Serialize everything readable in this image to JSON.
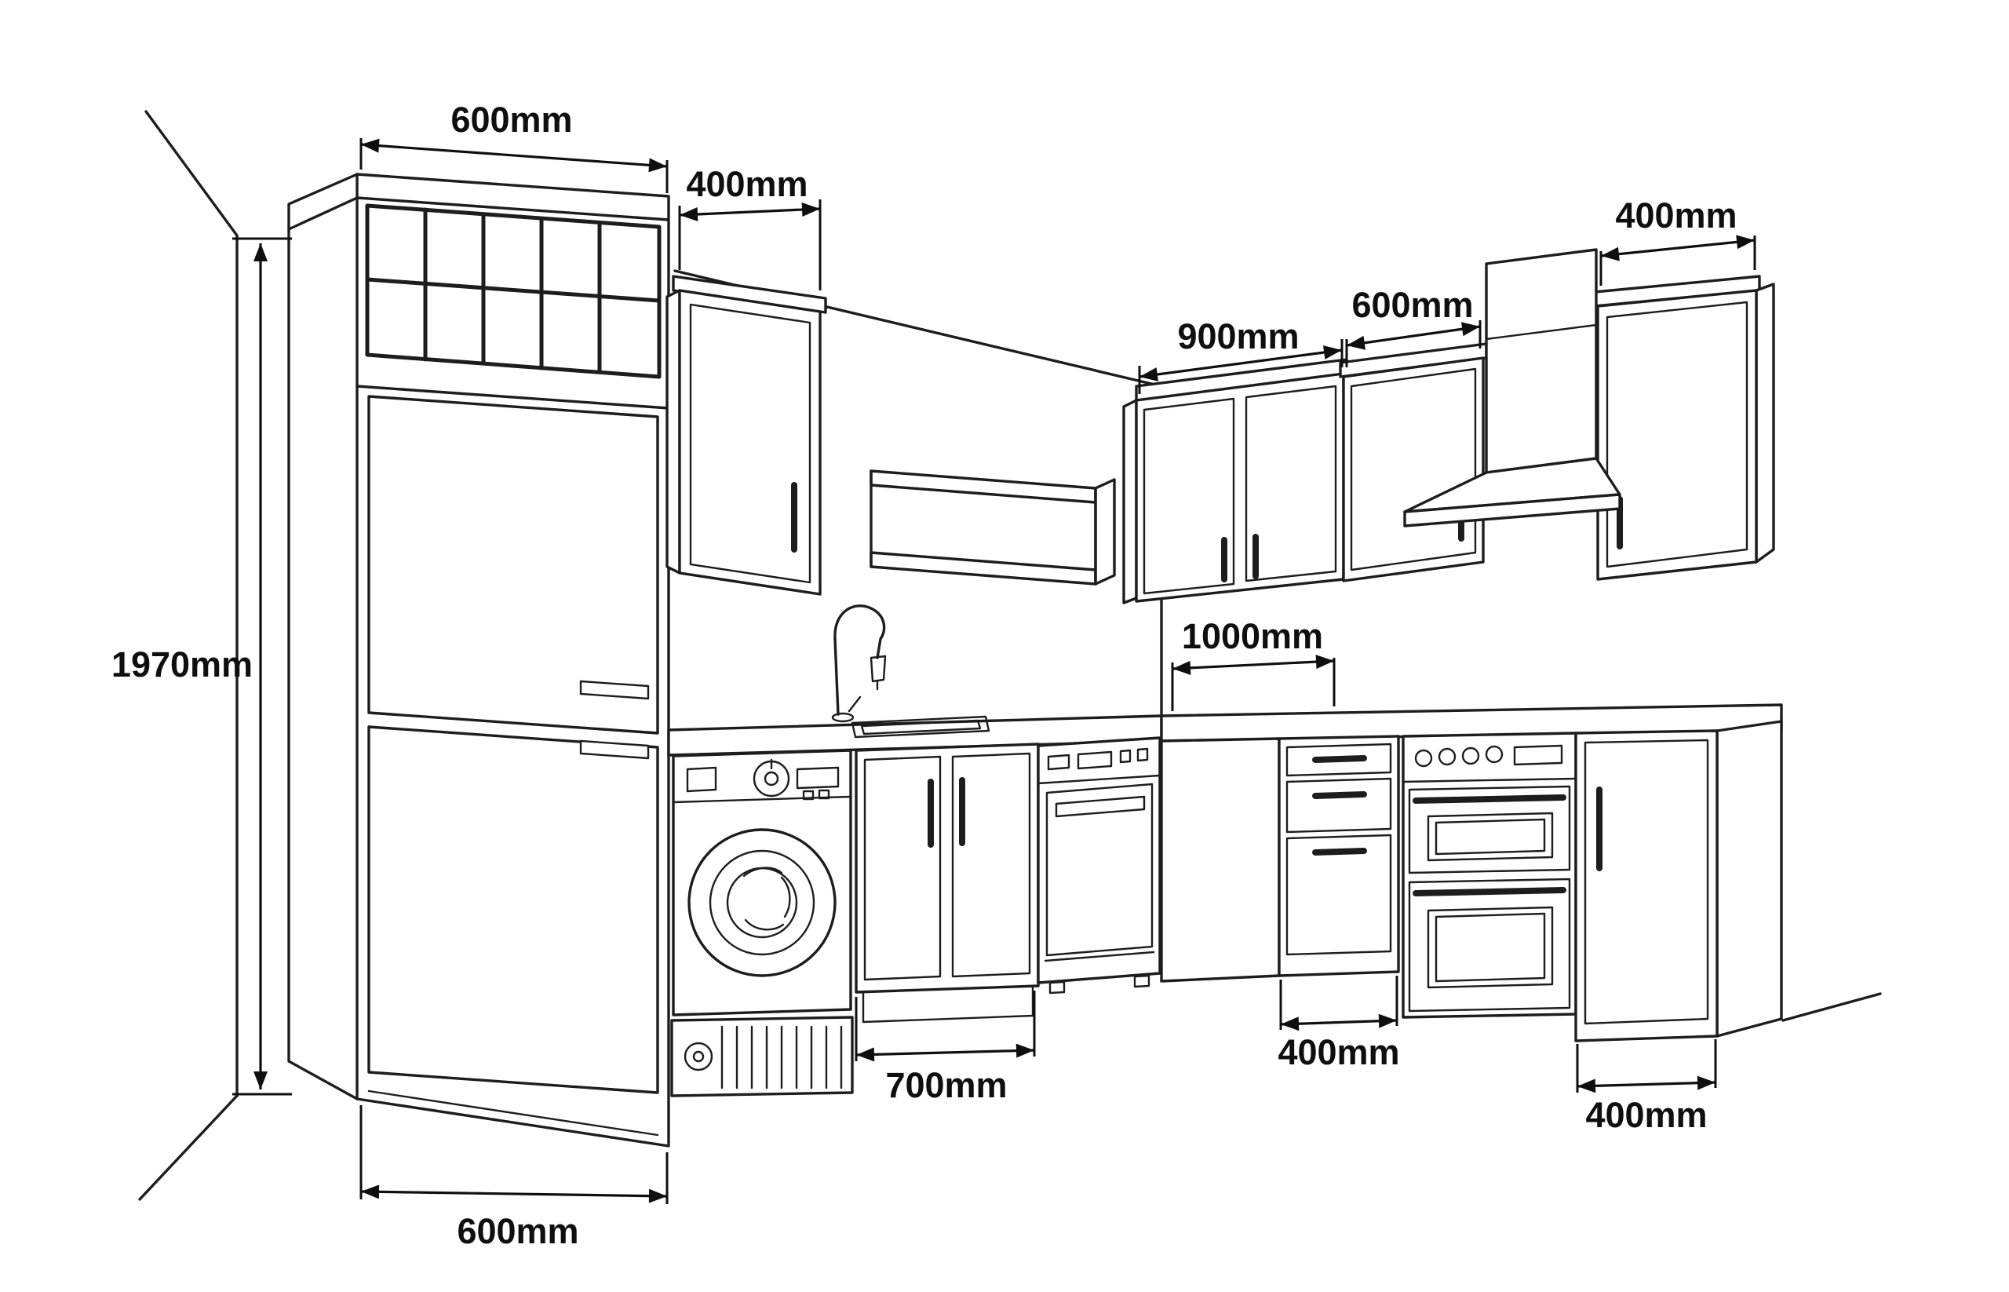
{
  "dims": {
    "tall_unit_top": "600mm",
    "wall_cabinet_left": "400mm",
    "wall_cabinet_900": "900mm",
    "wall_cabinet_600": "600mm",
    "wall_cabinet_right": "400mm",
    "tall_unit_height": "1970mm",
    "corner_run": "1000mm",
    "base_cabinet_700": "700mm",
    "drawer_unit": "400mm",
    "end_cabinet": "400mm",
    "tall_unit_bottom": "600mm"
  },
  "colors": {
    "line": "#1d1d1d",
    "dimension": "#0f0f0f",
    "background": "#ffffff"
  }
}
